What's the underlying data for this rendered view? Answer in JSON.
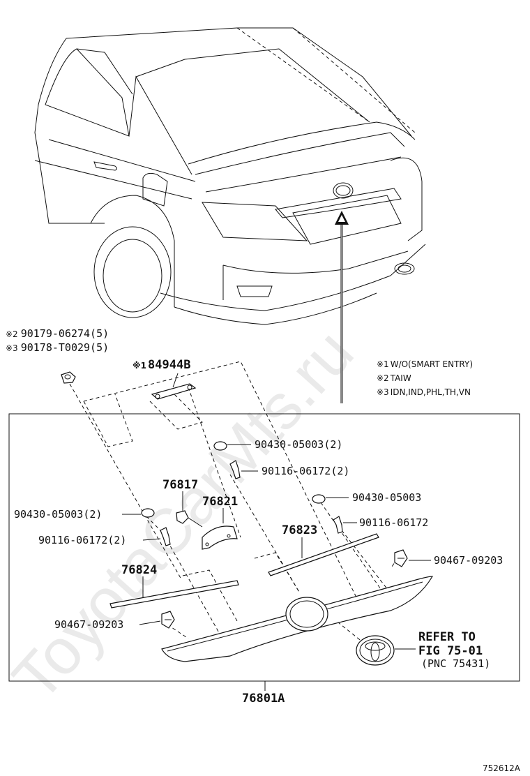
{
  "watermark": "ToyotaCarMts.ru",
  "figure_id": "752612A",
  "notes": [
    {
      "mark": "※1",
      "text": "W/O(SMART ENTRY)"
    },
    {
      "mark": "※2",
      "text": "TAIW"
    },
    {
      "mark": "※3",
      "text": "IDN,IND,PHL,TH,VN"
    }
  ],
  "top_parts": [
    {
      "mark": "※2",
      "text": "90179-06274(5)"
    },
    {
      "mark": "※3",
      "text": "90178-T0029(5)"
    }
  ],
  "part_84944b": {
    "mark": "※1",
    "text": "84944B"
  },
  "labels": {
    "p90430_r1": "90430-05003(2)",
    "p90116_r1": "90116-06172(2)",
    "p90430_r2": "90430-05003",
    "p90116_r2": "90116-06172",
    "p90430_l": "90430-05003(2)",
    "p90116_l": "90116-06172(2)",
    "p76817": "76817",
    "p76821": "76821",
    "p76823": "76823",
    "p76824": "76824",
    "p90467_r": "90467-09203",
    "p90467_l": "90467-09203",
    "p76801a": "76801A"
  },
  "refer": [
    "REFER TO",
    "FIG 75-01",
    "(PNC 75431)"
  ]
}
